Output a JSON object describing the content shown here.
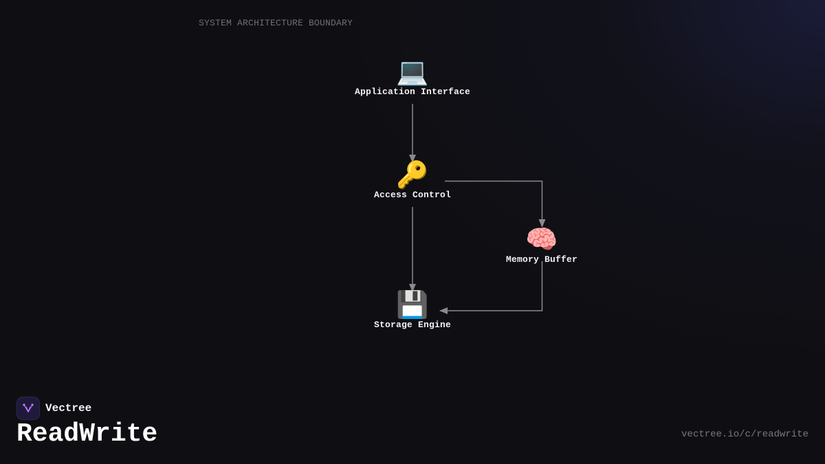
{
  "diagram": {
    "boundary_label": "SYSTEM ARCHITECTURE BOUNDARY",
    "nodes": [
      {
        "id": "app",
        "icon": "💻",
        "icon_name": "laptop-icon",
        "label": "Application Interface"
      },
      {
        "id": "access",
        "icon": "🔑",
        "icon_name": "key-icon",
        "label": "Access Control"
      },
      {
        "id": "memory",
        "icon": "🧠",
        "icon_name": "brain-icon",
        "label": "Memory Buffer"
      },
      {
        "id": "storage",
        "icon": "💾",
        "icon_name": "floppy-disk-icon",
        "label": "Storage Engine"
      }
    ],
    "edges": [
      {
        "from": "app",
        "to": "access"
      },
      {
        "from": "access",
        "to": "memory"
      },
      {
        "from": "access",
        "to": "storage"
      },
      {
        "from": "memory",
        "to": "storage"
      }
    ],
    "edge_color": "#8a8a8e"
  },
  "footer": {
    "brand_name": "Vectree",
    "brand_logo": "vectree-logo",
    "brand_color": "#a855f7",
    "title": "ReadWrite",
    "url": "vectree.io/c/readwrite"
  }
}
